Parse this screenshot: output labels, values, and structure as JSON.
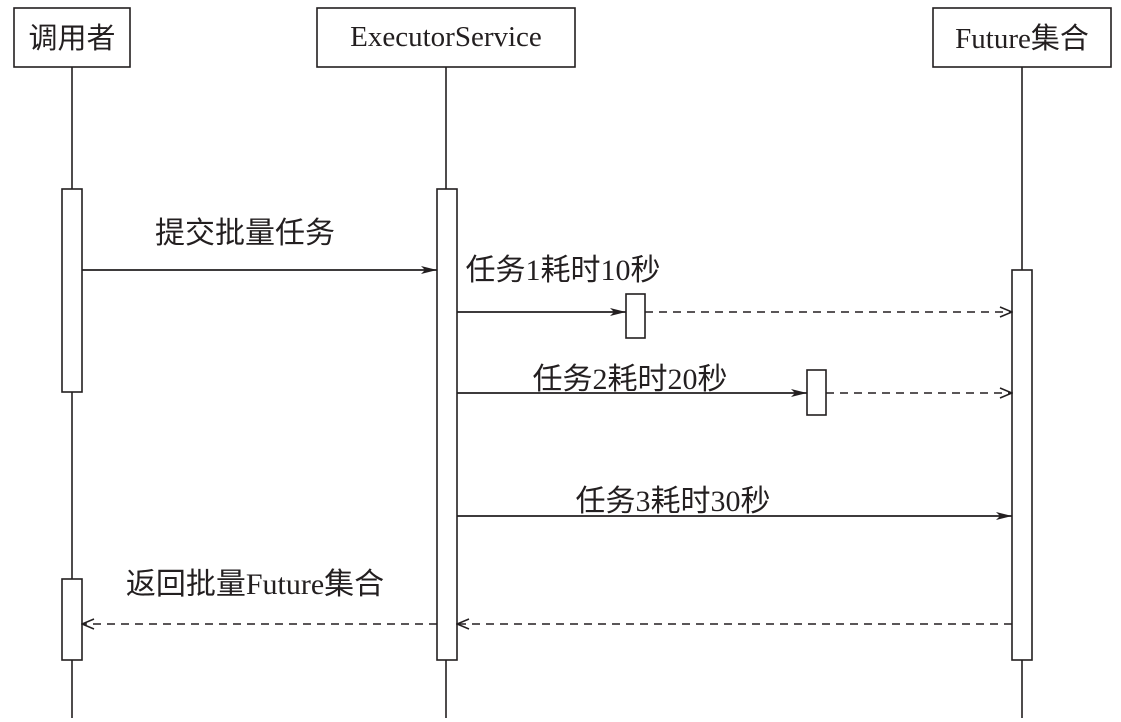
{
  "participants": {
    "caller": "调用者",
    "executor": "ExecutorService",
    "futures": "Future集合"
  },
  "messages": {
    "submit": "提交批量任务",
    "task1": "任务1耗时10秒",
    "task2": "任务2耗时20秒",
    "task3": "任务3耗时30秒",
    "return": "返回批量Future集合"
  }
}
